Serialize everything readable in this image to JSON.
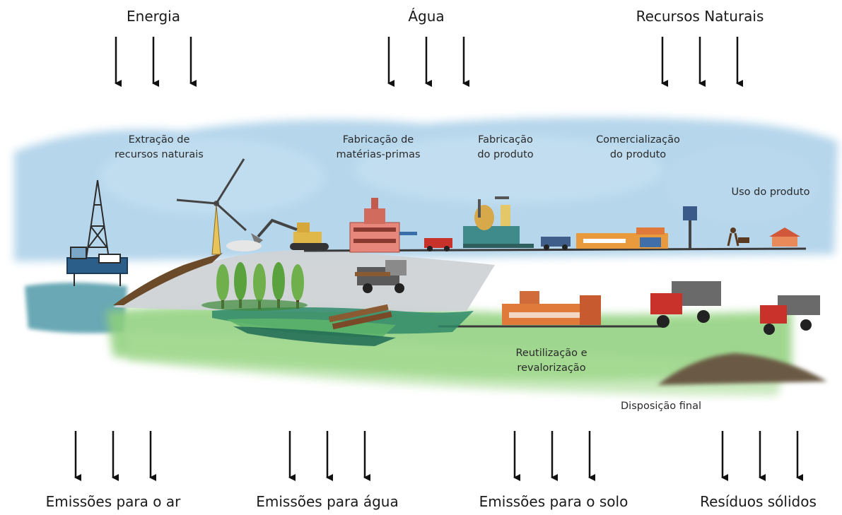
{
  "inputs": [
    {
      "label": "Energia"
    },
    {
      "label": "Água"
    },
    {
      "label": "Recursos Naturais"
    }
  ],
  "stages": {
    "extraction": "Extração de\nrecursos naturais",
    "raw_materials": "Fabricação de\nmatérias-primas",
    "product_manufacturing": "Fabricação\ndo produto",
    "commercialization": "Comercialização\ndo produto",
    "product_use": "Uso do produto",
    "reuse": "Reutilização e\nrevalorização",
    "final_disposal": "Disposição final"
  },
  "outputs": [
    {
      "label": "Emissões para o ar"
    },
    {
      "label": "Emissões para água"
    },
    {
      "label": "Emissões para o solo"
    },
    {
      "label": "Resíduos sólidos"
    }
  ],
  "colors": {
    "sky": "#a9cfe8",
    "sea": "#4f9aa8",
    "grass": "#7cc46a",
    "road": "#4a4a4a",
    "truck_red": "#c8322b",
    "building_orange": "#e07a3a"
  }
}
